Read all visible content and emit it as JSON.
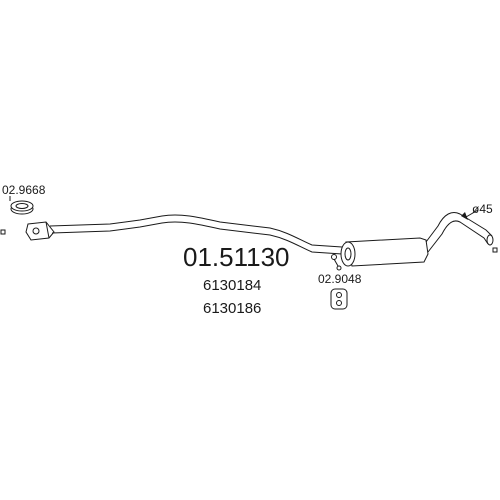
{
  "diagram": {
    "part_number": "01.51130",
    "oe_numbers": [
      "6130184",
      "6130186"
    ],
    "accessories": {
      "clamp": "02.9668",
      "rubber_mount": "02.9048"
    },
    "dimension_label": "ø45"
  }
}
